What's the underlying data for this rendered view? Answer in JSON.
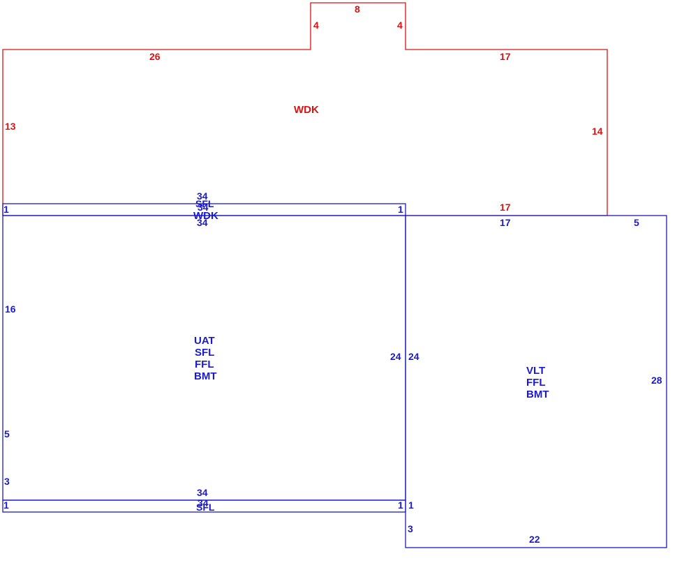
{
  "colors": {
    "deck": "#e01010",
    "building": "#1a1acc",
    "background": "#ffffff"
  },
  "deck": {
    "area_code": "WDK",
    "dims": {
      "bump_top": "8",
      "bump_left": "4",
      "bump_right": "4",
      "top_left": "26",
      "top_right": "17",
      "left": "13",
      "right": "14",
      "bottom_right": "17"
    }
  },
  "main_section": {
    "area_codes": [
      "UAT",
      "SFL",
      "FFL",
      "BMT"
    ],
    "dims": {
      "top": "34",
      "bottom": "34",
      "left_upper": "16",
      "left_mid": "5",
      "left_lower": "3",
      "right": "24"
    }
  },
  "top_strip": {
    "area_codes": [
      "SFL",
      "WDK"
    ],
    "dims": {
      "top": "34",
      "bottom": "34",
      "left": "1",
      "right": "1",
      "overlap": "34"
    }
  },
  "bottom_strip": {
    "area_codes": [
      "SFL"
    ],
    "dims": {
      "top": "34",
      "overlap": "34",
      "left": "1",
      "right": "1"
    }
  },
  "right_section": {
    "area_codes": [
      "VLT",
      "FFL",
      "BMT"
    ],
    "dims": {
      "top_left": "17",
      "top_right": "5",
      "left": "24",
      "right": "28",
      "left_small": "1",
      "left_lower": "3",
      "bottom": "22"
    }
  }
}
